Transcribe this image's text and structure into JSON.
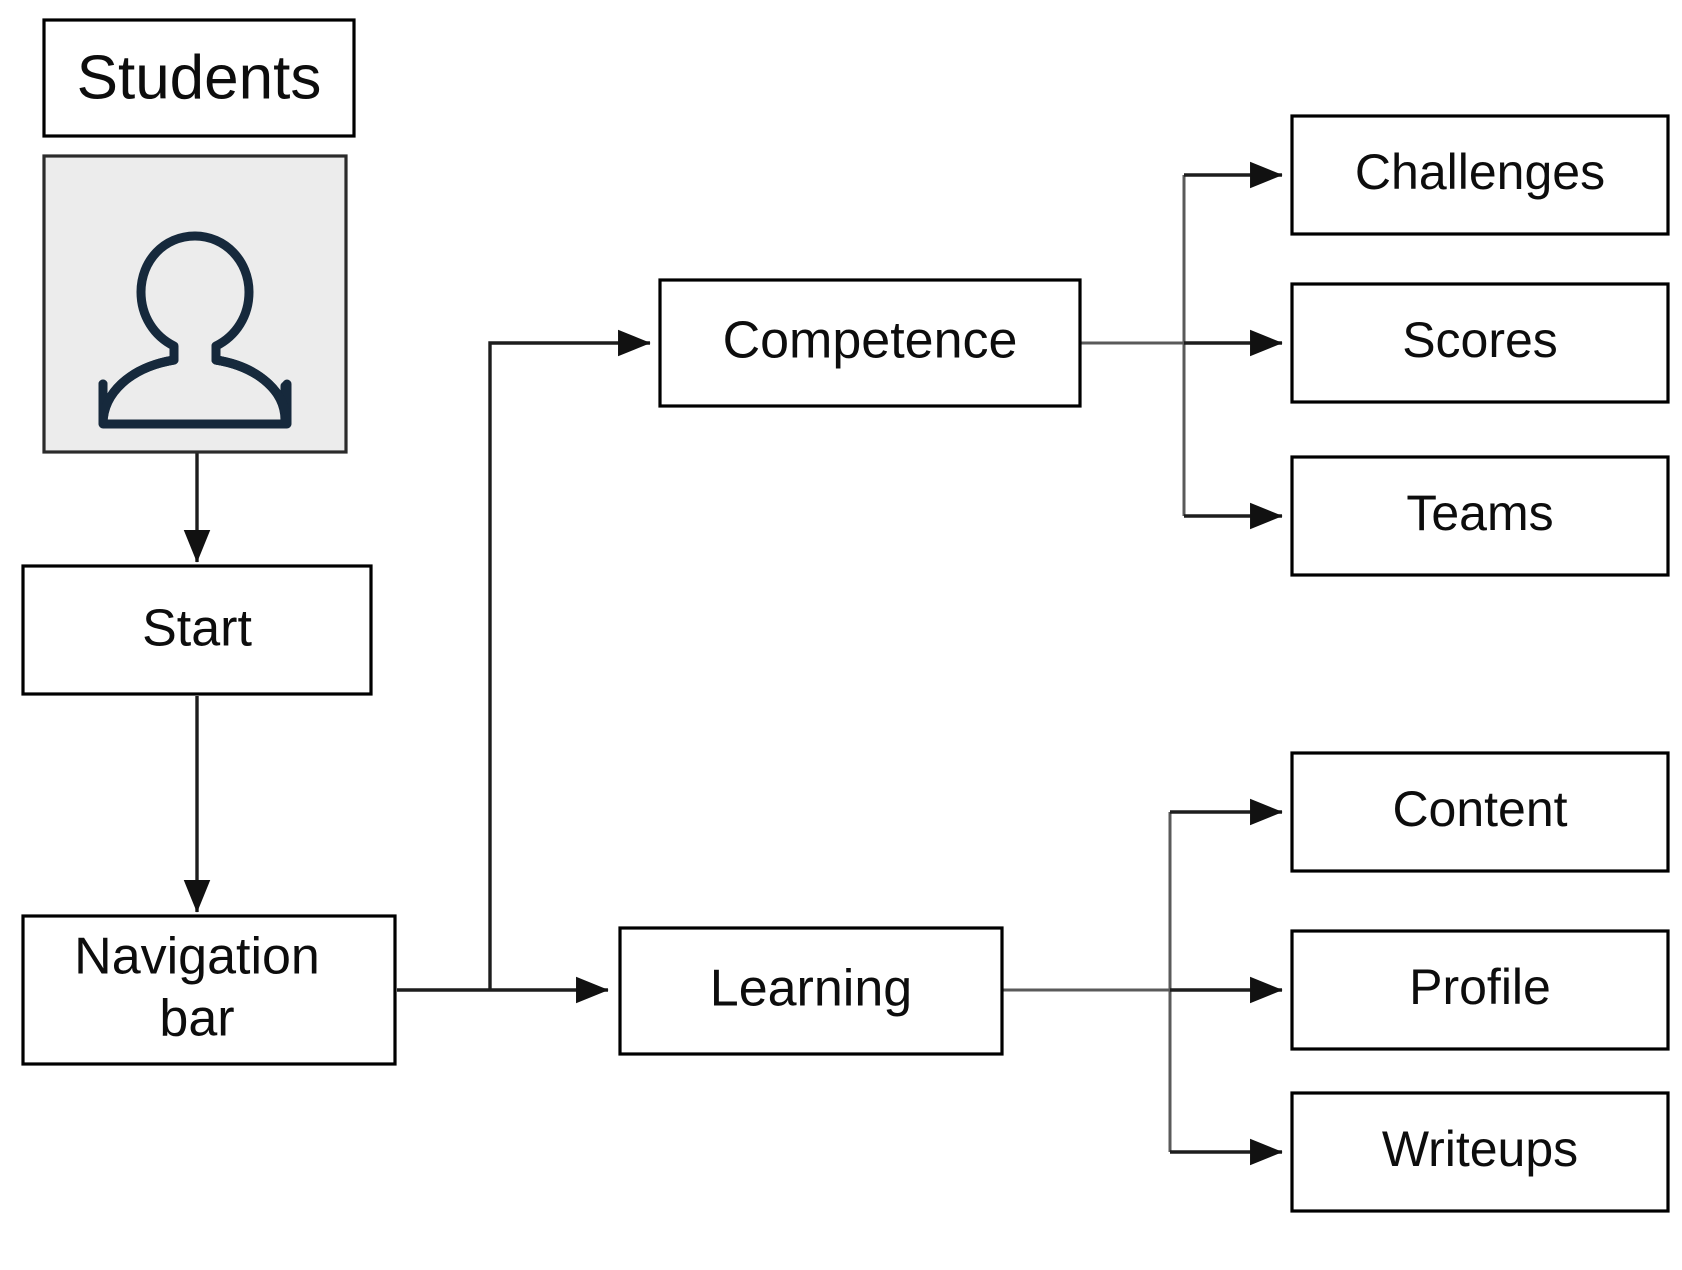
{
  "diagram": {
    "title": "Students",
    "type": "flowchart",
    "background_color": "#ffffff",
    "box_stroke_color": "#000000",
    "avatar_fill_color": "#ececec",
    "avatar_glyph_color": "#16293c",
    "connector_color": "#1d1d1d"
  },
  "nodes": {
    "students": {
      "label": "Students"
    },
    "avatar": {
      "icon": "person-icon",
      "alt": "student avatar"
    },
    "start": {
      "label": "Start"
    },
    "navbar": {
      "label_line1": "Navigation",
      "label_line2": "bar"
    },
    "competence": {
      "label": "Competence"
    },
    "learning": {
      "label": "Learning"
    },
    "challenges": {
      "label": "Challenges"
    },
    "scores": {
      "label": "Scores"
    },
    "teams": {
      "label": "Teams"
    },
    "content": {
      "label": "Content"
    },
    "profile": {
      "label": "Profile"
    },
    "writeups": {
      "label": "Writeups"
    }
  },
  "edges": [
    {
      "from": "avatar",
      "to": "start",
      "direction": "down"
    },
    {
      "from": "start",
      "to": "navbar",
      "direction": "down"
    },
    {
      "from": "navbar",
      "to": "competence",
      "direction": "right-up"
    },
    {
      "from": "navbar",
      "to": "learning",
      "direction": "right"
    },
    {
      "from": "competence",
      "to": "challenges",
      "direction": "right-up"
    },
    {
      "from": "competence",
      "to": "scores",
      "direction": "right"
    },
    {
      "from": "competence",
      "to": "teams",
      "direction": "right-down"
    },
    {
      "from": "learning",
      "to": "content",
      "direction": "right-up"
    },
    {
      "from": "learning",
      "to": "profile",
      "direction": "right"
    },
    {
      "from": "learning",
      "to": "writeups",
      "direction": "right-down"
    }
  ]
}
